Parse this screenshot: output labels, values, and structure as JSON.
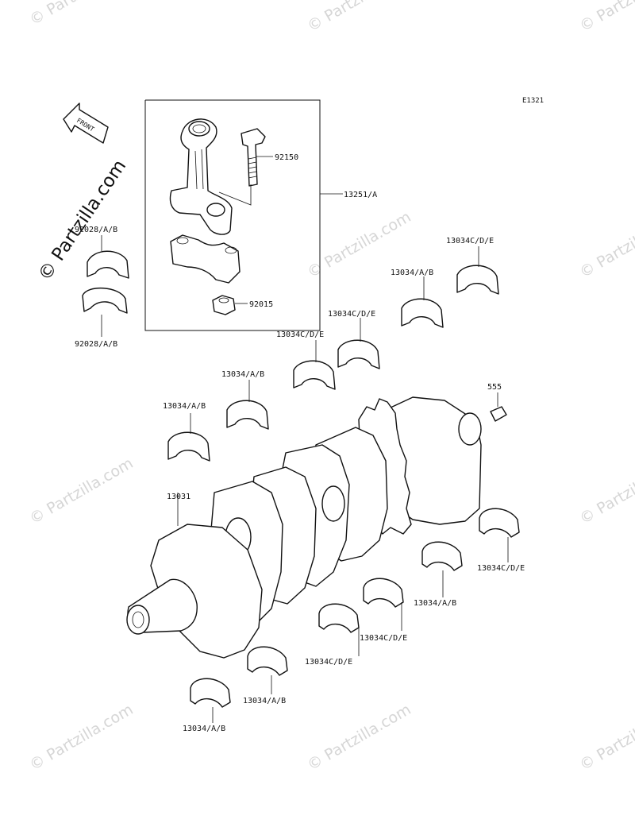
{
  "diagram": {
    "code": "E1321",
    "front_label": "FRONT",
    "watermark": "© Partzilla.com",
    "callouts": {
      "rod_assembly": "13251/A",
      "rod_bolt": "92150",
      "rod_nut": "92015",
      "rod_bearing_upper": "92028/A/B",
      "rod_bearing_lower": "92028/A/B",
      "crankshaft": "13031",
      "pin": "555",
      "upper_1": "13034/A/B",
      "upper_2": "13034/A/B",
      "upper_3": "13034C/D/E",
      "upper_4": "13034C/D/E",
      "upper_5": "13034/A/B",
      "upper_6": "13034C/D/E",
      "lower_1": "13034/A/B",
      "lower_2": "13034/A/B",
      "lower_3": "13034C/D/E",
      "lower_4": "13034C/D/E",
      "lower_5": "13034/A/B",
      "lower_6": "13034C/D/E"
    }
  }
}
